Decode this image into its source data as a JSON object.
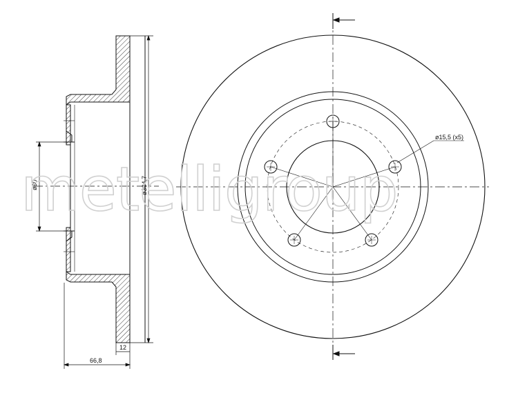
{
  "watermark": {
    "text": "metelligroup"
  },
  "dimensions": {
    "hub_diameter": "ø90",
    "disc_diameter": "ø304,7",
    "bolt_hole": "ø15,5 (x5)",
    "overall_height": "66,8",
    "disc_thickness": "12"
  },
  "colors": {
    "line": "#111111",
    "hatch": "#222222",
    "watermark": "#d0d0d0"
  }
}
